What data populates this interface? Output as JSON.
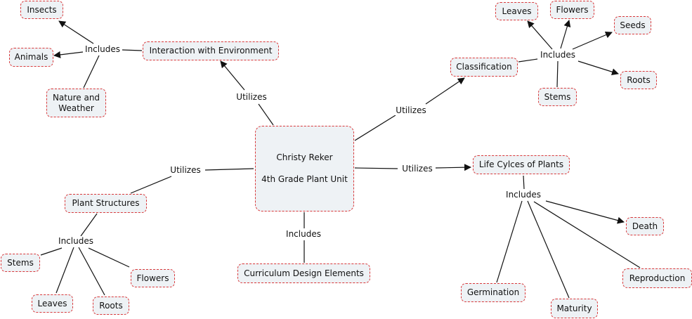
{
  "colors": {
    "node_fill": "#eef2f5",
    "node_border": "#d9383a",
    "line": "#111111"
  },
  "nodes": {
    "center_line1": "Christy Reker",
    "center_line2": "4th Grade Plant Unit",
    "interaction": "Interaction with Environment",
    "insects": "Insects",
    "animals": "Animals",
    "nature_line1": "Nature and",
    "nature_line2": "Weather",
    "classification": "Classification",
    "class_leaves": "Leaves",
    "class_flowers": "Flowers",
    "class_seeds": "Seeds",
    "class_roots": "Roots",
    "class_stems": "Stems",
    "life_cycles": "Life Cylces of Plants",
    "death": "Death",
    "reproduction": "Reproduction",
    "germination": "Germination",
    "maturity": "Maturity",
    "plant_structures": "Plant Structures",
    "ps_stems": "Stems",
    "ps_leaves": "Leaves",
    "ps_roots": "Roots",
    "ps_flowers": "Flowers",
    "curriculum": "Curriculum Design Elements"
  },
  "links": {
    "utilizes_interaction": "Utilizes",
    "includes_interaction": "Includes",
    "utilizes_classification": "Utilizes",
    "includes_classification": "Includes",
    "utilizes_plant_structures": "Utilizes",
    "includes_plant_structures": "Includes",
    "utilizes_life_cycles": "Utilizes",
    "includes_life_cycles": "Includes",
    "includes_curriculum": "Includes"
  }
}
